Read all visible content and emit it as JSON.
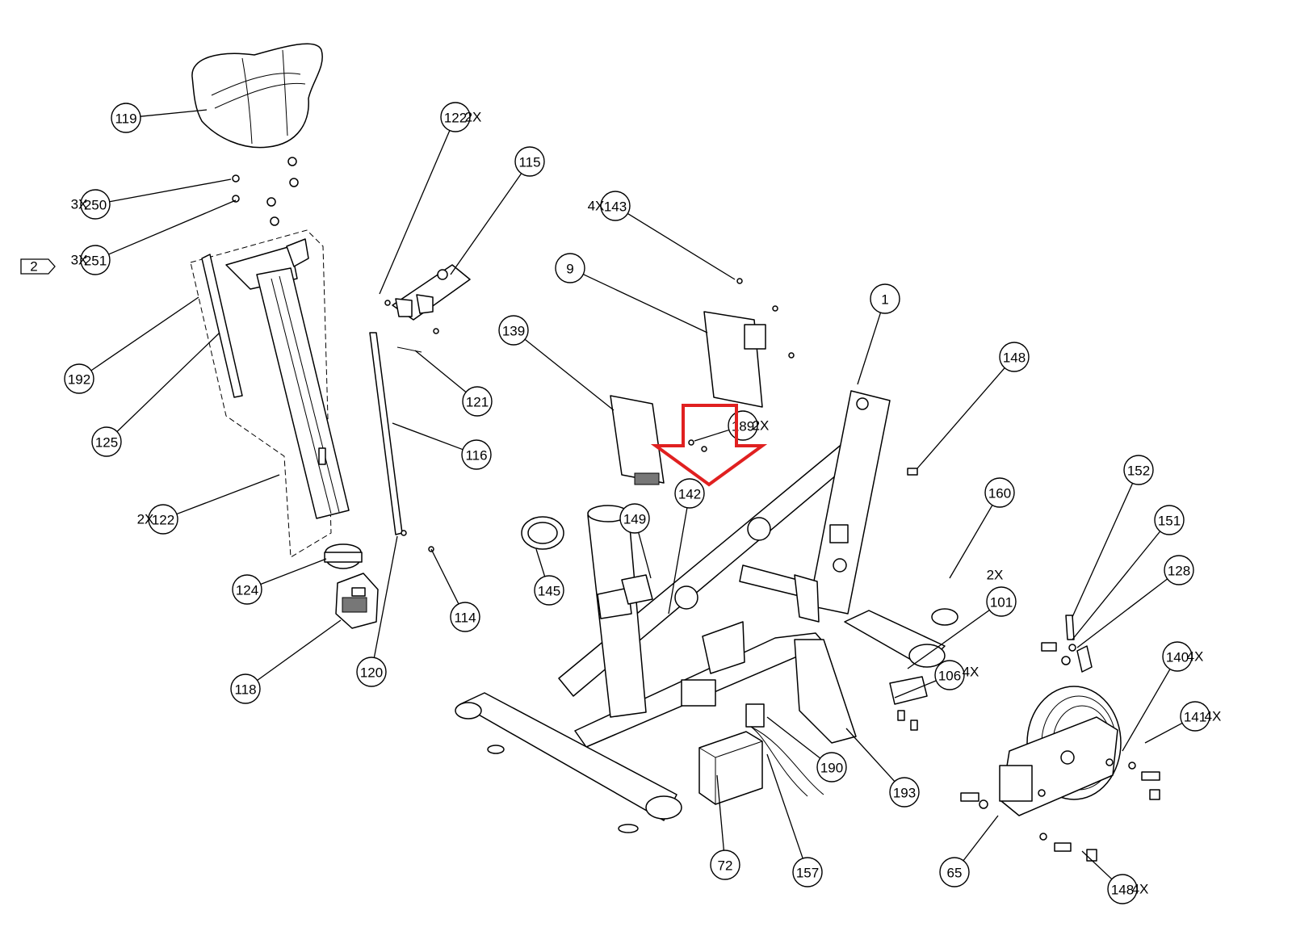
{
  "diagram": {
    "callouts": [
      {
        "id": "1",
        "label": "1",
        "qty": ""
      },
      {
        "id": "9",
        "label": "9",
        "qty": ""
      },
      {
        "id": "65",
        "label": "65",
        "qty": ""
      },
      {
        "id": "72",
        "label": "72",
        "qty": ""
      },
      {
        "id": "101",
        "label": "101",
        "qty": "2X"
      },
      {
        "id": "106",
        "label": "106",
        "qty": "4X"
      },
      {
        "id": "114",
        "label": "114",
        "qty": ""
      },
      {
        "id": "115",
        "label": "115",
        "qty": ""
      },
      {
        "id": "116",
        "label": "116",
        "qty": ""
      },
      {
        "id": "118",
        "label": "118",
        "qty": ""
      },
      {
        "id": "119",
        "label": "119",
        "qty": ""
      },
      {
        "id": "120",
        "label": "120",
        "qty": ""
      },
      {
        "id": "121",
        "label": "121",
        "qty": ""
      },
      {
        "id": "122a",
        "label": "122",
        "qty": "2X"
      },
      {
        "id": "122b",
        "label": "122",
        "qty": "2X"
      },
      {
        "id": "124",
        "label": "124",
        "qty": ""
      },
      {
        "id": "125",
        "label": "125",
        "qty": ""
      },
      {
        "id": "128",
        "label": "128",
        "qty": ""
      },
      {
        "id": "139",
        "label": "139",
        "qty": ""
      },
      {
        "id": "140",
        "label": "140",
        "qty": "4X"
      },
      {
        "id": "141",
        "label": "141",
        "qty": "4X"
      },
      {
        "id": "142",
        "label": "142",
        "qty": ""
      },
      {
        "id": "143",
        "label": "143",
        "qty": "4X"
      },
      {
        "id": "145",
        "label": "145",
        "qty": ""
      },
      {
        "id": "148a",
        "label": "148",
        "qty": ""
      },
      {
        "id": "148b",
        "label": "148",
        "qty": "4X"
      },
      {
        "id": "149",
        "label": "149",
        "qty": ""
      },
      {
        "id": "151",
        "label": "151",
        "qty": ""
      },
      {
        "id": "152",
        "label": "152",
        "qty": ""
      },
      {
        "id": "157",
        "label": "157",
        "qty": ""
      },
      {
        "id": "160",
        "label": "160",
        "qty": ""
      },
      {
        "id": "189",
        "label": "189",
        "qty": "2X"
      },
      {
        "id": "190",
        "label": "190",
        "qty": ""
      },
      {
        "id": "192",
        "label": "192",
        "qty": ""
      },
      {
        "id": "193",
        "label": "193",
        "qty": ""
      },
      {
        "id": "250",
        "label": "250",
        "qty": "3X"
      },
      {
        "id": "251",
        "label": "251",
        "qty": "3X"
      }
    ],
    "note_flag": {
      "label": "2"
    },
    "highlight": {
      "color": "#e02020",
      "points_to": "142"
    },
    "colors": {
      "line": "#000000",
      "background": "#ffffff"
    }
  }
}
